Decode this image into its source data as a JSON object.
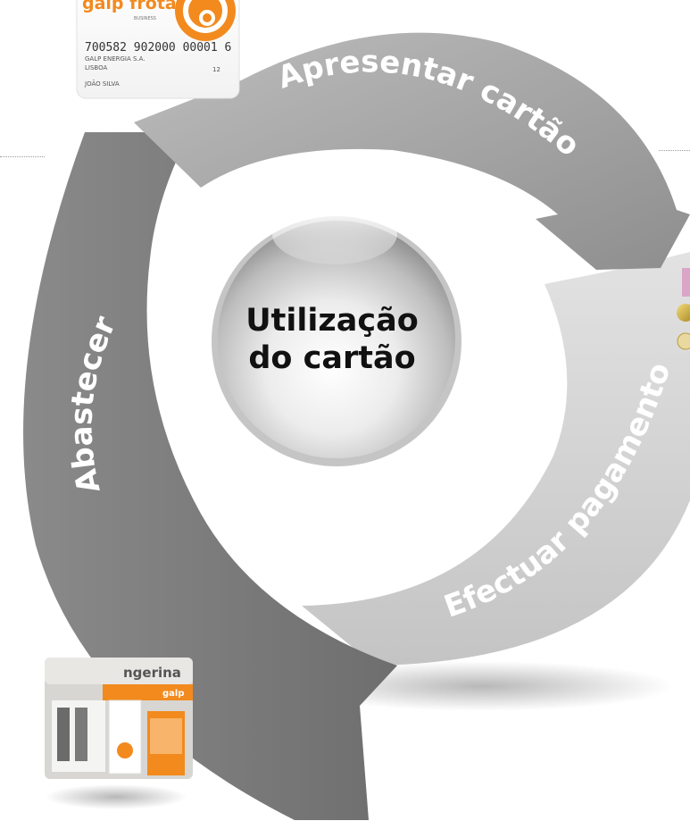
{
  "diagram": {
    "center_title_line1": "Utilização",
    "center_title_line2": "do cartão",
    "steps": [
      {
        "label": "Apresentar cartão"
      },
      {
        "label": "Efectuar pagamento"
      },
      {
        "label": "Abastecer"
      }
    ]
  },
  "card": {
    "brand": "galp frota",
    "brand_sub": "BUSINESS",
    "number": "700582 902000 00001 6",
    "company": "GALP ENERGIA S.A.",
    "city": "LISBOA",
    "holder": "JOÃO SILVA",
    "expiry": "12"
  },
  "station": {
    "sign": "ngerina",
    "brand": "galp"
  },
  "colors": {
    "arrow_top": "#9d9d9d",
    "arrow_right": "#d2d2d2",
    "arrow_left": "#7a7a7a",
    "card_orange": "#f28a1e",
    "sphere_text": "#111111"
  },
  "icons": [
    "bank-card-photo",
    "coins-photo",
    "fuel-station-photo"
  ]
}
